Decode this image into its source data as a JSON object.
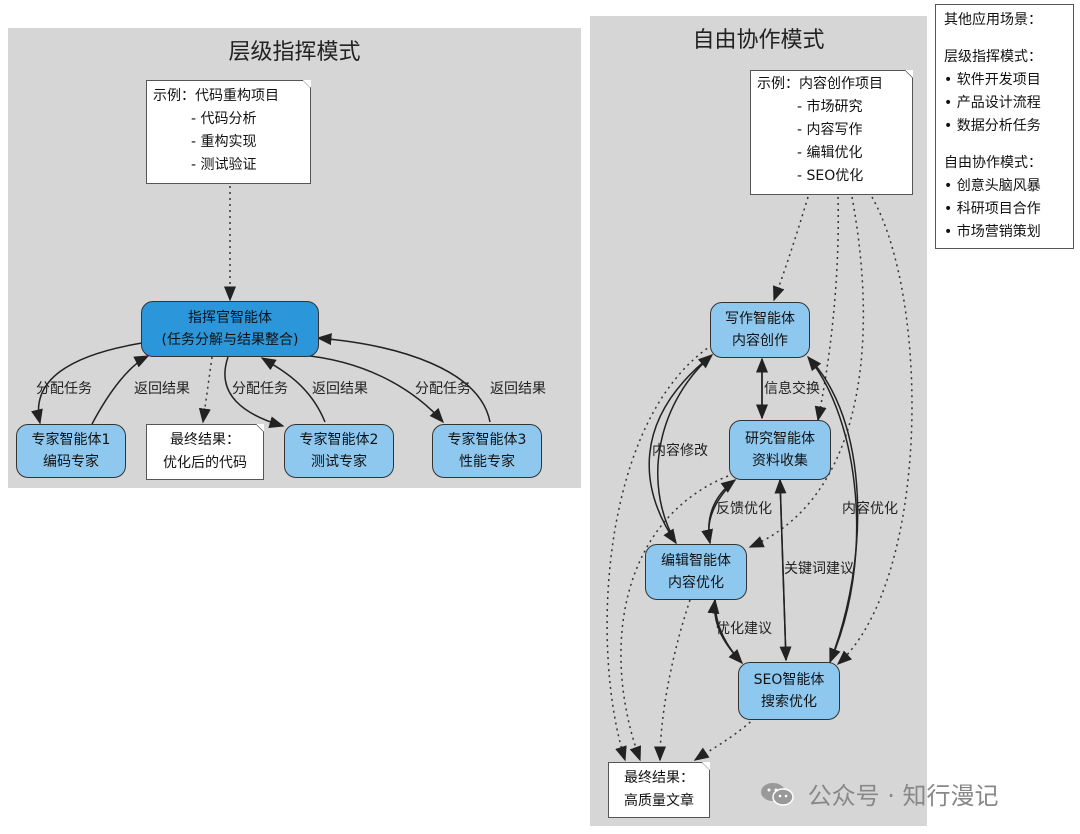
{
  "left": {
    "title": "层级指挥模式",
    "example": {
      "head": "示例：代码重构项目",
      "items": [
        "- 代码分析",
        "- 重构实现",
        "- 测试验证"
      ]
    },
    "commander": {
      "line1": "指挥官智能体",
      "line2": "(任务分解与结果整合)"
    },
    "expert1": {
      "line1": "专家智能体1",
      "line2": "编码专家"
    },
    "expert2": {
      "line1": "专家智能体2",
      "line2": "测试专家"
    },
    "expert3": {
      "line1": "专家智能体3",
      "line2": "性能专家"
    },
    "result": {
      "line1": "最终结果：",
      "line2": "优化后的代码"
    },
    "edge_assign": "分配任务",
    "edge_return": "返回结果"
  },
  "right": {
    "title": "自由协作模式",
    "example": {
      "head": "示例：内容创作项目",
      "items": [
        "- 市场研究",
        "- 内容写作",
        "- 编辑优化",
        "- SEO优化"
      ]
    },
    "writer": {
      "line1": "写作智能体",
      "line2": "内容创作"
    },
    "research": {
      "line1": "研究智能体",
      "line2": "资料收集"
    },
    "editor": {
      "line1": "编辑智能体",
      "line2": "内容优化"
    },
    "seo": {
      "line1": "SEO智能体",
      "line2": "搜索优化"
    },
    "result": {
      "line1": "最终结果：",
      "line2": "高质量文章"
    },
    "edge_info": "信息交换",
    "edge_content_edit": "内容修改",
    "edge_feedback": "反馈优化",
    "edge_content_opt": "内容优化",
    "edge_keyword": "关键词建议",
    "edge_opt_suggest": "优化建议"
  },
  "side": {
    "title": "其他应用场景：",
    "h_title": "层级指挥模式：",
    "h_items": [
      "• 软件开发项目",
      "• 产品设计流程",
      "• 数据分析任务"
    ],
    "f_title": "自由协作模式：",
    "f_items": [
      "• 创意头脑风暴",
      "• 科研项目合作",
      "• 市场营销策划"
    ]
  },
  "watermark": "公众号 · 知行漫记"
}
